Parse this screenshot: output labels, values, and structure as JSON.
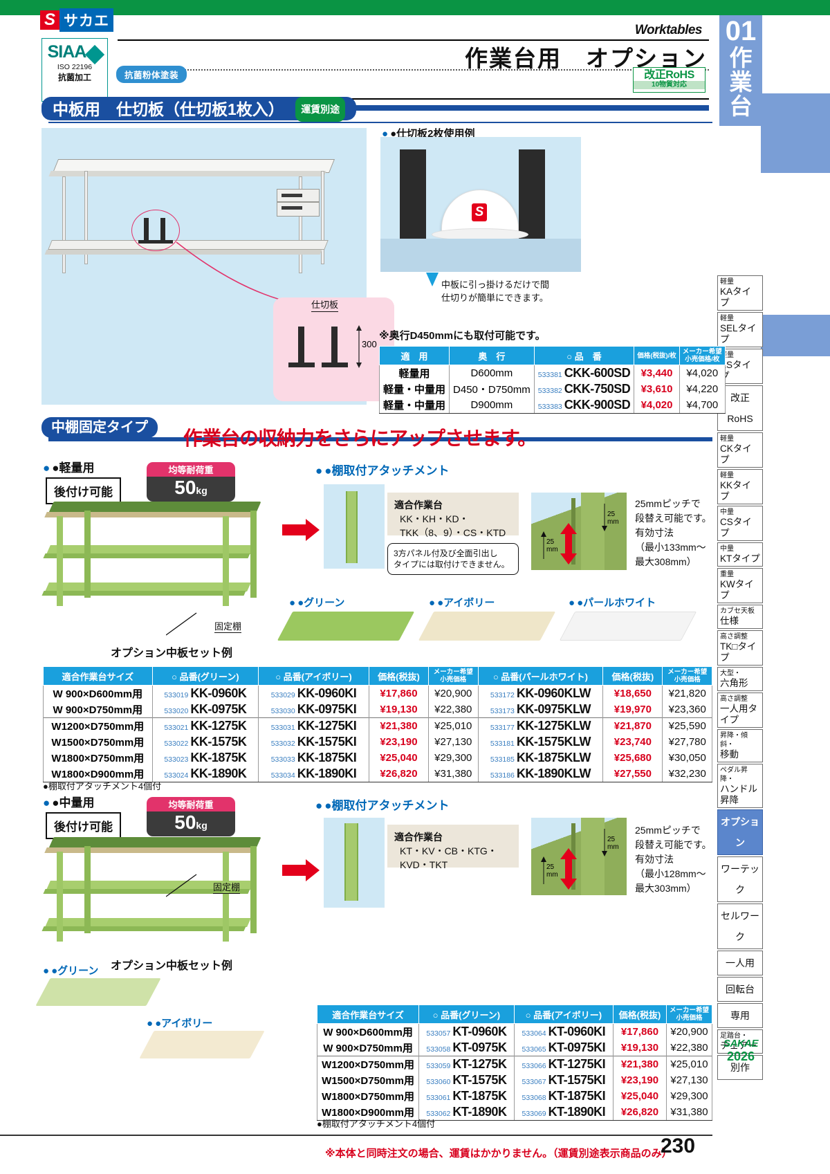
{
  "header": {
    "brand_s": "S",
    "brand_kana": "サカエ",
    "siaa": {
      "mark": "SIAA",
      "iso": "ISO 22196",
      "note": "抗菌加工"
    },
    "antibacterial_badge": "抗菌粉体塗装",
    "worktables_en": "Worktables",
    "title": "作業台用　オプション",
    "rohs_line1": "改正RoHS",
    "rohs_line2": "10物質対応",
    "section_number": "01",
    "section_vertical": "作業台"
  },
  "section1": {
    "banner": "中板用　仕切板（仕切板1枚入）",
    "freight_badge": "運賃別途",
    "example_caption": "●仕切板2枚使用例",
    "helmet_note": "中板に引っ掛けるだけで間\n仕切りが簡単にできます。",
    "partition_label": "仕切板",
    "dim_300": "300",
    "depth_note": "※奥行D450mmにも取付可能です。",
    "table": {
      "headers": [
        "適　用",
        "奥　行",
        "○ 品　番",
        "価格(税抜)/枚",
        "メーカー希望\n小売価格/枚"
      ],
      "rows": [
        {
          "apply": "軽量用",
          "depth": "D600mm",
          "code": "533381",
          "part": "CKK-600SD",
          "price": "¥3,440",
          "msrp": "¥4,020"
        },
        {
          "apply": "軽量・中量用",
          "depth": "D450・D750mm",
          "code": "533382",
          "part": "CKK-750SD",
          "price": "¥3,610",
          "msrp": "¥4,220"
        },
        {
          "apply": "軽量・中量用",
          "depth": "D900mm",
          "code": "533383",
          "part": "CKK-900SD",
          "price": "¥4,020",
          "msrp": "¥4,700"
        }
      ]
    }
  },
  "section2": {
    "banner": "中棚固定タイプ",
    "catchcopy": "作業台の収納力をさらにアップさせます。",
    "light": {
      "label": "●軽量用",
      "retrofit": "後付け可能",
      "load_caption": "均等耐荷重",
      "load_value": "50",
      "load_unit": "kg",
      "fixed_shelf_label": "固定棚",
      "example_caption": "オプション中板セット例",
      "attachment_title": "●棚取付アタッチメント",
      "fit_title": "適合作業台",
      "fit_line1": "KK・KH・KD・",
      "fit_line2": "TKK（8、9）・CS・KTD",
      "exclusion": "3方パネル付及び全面引出し\nタイプには取付けできません。",
      "pitch_note": "25mmピッチで\n段替え可能です。\n有効寸法\n（最小133mm～\n最大308mm）",
      "dim_top": "25\nmm",
      "dim_bottom": "25\nmm",
      "colors": [
        "●グリーン",
        "●アイボリー",
        "●パールホワイト"
      ],
      "table": {
        "headers": [
          "適合作業台サイズ",
          "○ 品番(グリーン)",
          "○ 品番(アイボリー)",
          "価格(税抜)",
          "メーカー希望\n小売価格",
          "○ 品番(パールホワイト)",
          "価格(税抜)",
          "メーカー希望\n小売価格"
        ],
        "rows": [
          {
            "size": "W  900×D600mm用",
            "gcode": "533019",
            "gpart": "KK-0960K",
            "icode": "533029",
            "ipart": "KK-0960KI",
            "price": "¥17,860",
            "msrp": "¥20,900",
            "wcode": "533172",
            "wpart": "KK-0960KLW",
            "wprice": "¥18,650",
            "wmsrp": "¥21,820"
          },
          {
            "size": "W  900×D750mm用",
            "gcode": "533020",
            "gpart": "KK-0975K",
            "icode": "533030",
            "ipart": "KK-0975KI",
            "price": "¥19,130",
            "msrp": "¥22,380",
            "wcode": "533173",
            "wpart": "KK-0975KLW",
            "wprice": "¥19,970",
            "wmsrp": "¥23,360"
          },
          {
            "size": "W1200×D750mm用",
            "gcode": "533021",
            "gpart": "KK-1275K",
            "icode": "533031",
            "ipart": "KK-1275KI",
            "price": "¥21,380",
            "msrp": "¥25,010",
            "wcode": "533177",
            "wpart": "KK-1275KLW",
            "wprice": "¥21,870",
            "wmsrp": "¥25,590"
          },
          {
            "size": "W1500×D750mm用",
            "gcode": "533022",
            "gpart": "KK-1575K",
            "icode": "533032",
            "ipart": "KK-1575KI",
            "price": "¥23,190",
            "msrp": "¥27,130",
            "wcode": "533181",
            "wpart": "KK-1575KLW",
            "wprice": "¥23,740",
            "wmsrp": "¥27,780"
          },
          {
            "size": "W1800×D750mm用",
            "gcode": "533023",
            "gpart": "KK-1875K",
            "icode": "533033",
            "ipart": "KK-1875KI",
            "price": "¥25,040",
            "msrp": "¥29,300",
            "wcode": "533185",
            "wpart": "KK-1875KLW",
            "wprice": "¥25,680",
            "wmsrp": "¥30,050"
          },
          {
            "size": "W1800×D900mm用",
            "gcode": "533024",
            "gpart": "KK-1890K",
            "icode": "533034",
            "ipart": "KK-1890KI",
            "price": "¥26,820",
            "msrp": "¥31,380",
            "wcode": "533186",
            "wpart": "KK-1890KLW",
            "wprice": "¥27,550",
            "wmsrp": "¥32,230"
          }
        ]
      },
      "table_note": "●棚取付アタッチメント4個付"
    },
    "medium": {
      "label": "●中量用",
      "retrofit": "後付け可能",
      "load_caption": "均等耐荷重",
      "load_value": "50",
      "load_unit": "kg",
      "fixed_shelf_label": "固定棚",
      "example_caption": "オプション中板セット例",
      "attachment_title": "●棚取付アタッチメント",
      "fit_title": "適合作業台",
      "fit_line1": "KT・KV・CB・KTG・",
      "fit_line2": "KVD・TKT",
      "pitch_note": "25mmピッチで\n段替え可能です。\n有効寸法\n（最小128mm～\n最大303mm）",
      "dim_top": "25\nmm",
      "dim_bottom": "25\nmm",
      "colors": [
        "●グリーン",
        "●アイボリー"
      ],
      "table": {
        "headers": [
          "適合作業台サイズ",
          "○ 品番(グリーン)",
          "○ 品番(アイボリー)",
          "価格(税抜)",
          "メーカー希望\n小売価格"
        ],
        "rows": [
          {
            "size": "W  900×D600mm用",
            "gcode": "533057",
            "gpart": "KT-0960K",
            "icode": "533064",
            "ipart": "KT-0960KI",
            "price": "¥17,860",
            "msrp": "¥20,900"
          },
          {
            "size": "W  900×D750mm用",
            "gcode": "533058",
            "gpart": "KT-0975K",
            "icode": "533065",
            "ipart": "KT-0975KI",
            "price": "¥19,130",
            "msrp": "¥22,380"
          },
          {
            "size": "W1200×D750mm用",
            "gcode": "533059",
            "gpart": "KT-1275K",
            "icode": "533066",
            "ipart": "KT-1275KI",
            "price": "¥21,380",
            "msrp": "¥25,010"
          },
          {
            "size": "W1500×D750mm用",
            "gcode": "533060",
            "gpart": "KT-1575K",
            "icode": "533067",
            "ipart": "KT-1575KI",
            "price": "¥23,190",
            "msrp": "¥27,130"
          },
          {
            "size": "W1800×D750mm用",
            "gcode": "533061",
            "gpart": "KT-1875K",
            "icode": "533068",
            "ipart": "KT-1875KI",
            "price": "¥25,040",
            "msrp": "¥29,300"
          },
          {
            "size": "W1800×D900mm用",
            "gcode": "533062",
            "gpart": "KT-1890K",
            "icode": "533069",
            "ipart": "KT-1890KI",
            "price": "¥26,820",
            "msrp": "¥31,380"
          }
        ]
      },
      "table_note": "●棚取付アタッチメント4個付"
    }
  },
  "sidebar": {
    "tabs": [
      {
        "top": "軽量",
        "bottom": "KAタイプ",
        "selected": false
      },
      {
        "top": "軽量",
        "bottom": "SELタイプ",
        "selected": false
      },
      {
        "top": "軽量",
        "bottom": "KSタイプ",
        "selected": false
      },
      {
        "top": "",
        "bottom": "改正RoHS",
        "selected": false
      },
      {
        "top": "軽量",
        "bottom": "CKタイプ",
        "selected": false
      },
      {
        "top": "軽量",
        "bottom": "KKタイプ",
        "selected": false
      },
      {
        "top": "中量",
        "bottom": "CSタイプ",
        "selected": false
      },
      {
        "top": "中量",
        "bottom": "KTタイプ",
        "selected": false
      },
      {
        "top": "重量",
        "bottom": "KWタイプ",
        "selected": false
      },
      {
        "top": "カブセ天板",
        "bottom": "仕様",
        "selected": false
      },
      {
        "top": "高さ調整",
        "bottom": "TK□タイプ",
        "selected": false
      },
      {
        "top": "大型・",
        "bottom": "六角形",
        "selected": false
      },
      {
        "top": "高さ調整",
        "bottom": "一人用タイプ",
        "selected": false
      },
      {
        "top": "昇降・傾斜・",
        "bottom": "移動",
        "selected": false
      },
      {
        "top": "ペダル昇降・",
        "bottom": "ハンドル昇降",
        "selected": false
      },
      {
        "top": "",
        "bottom": "オプション",
        "selected": true
      },
      {
        "top": "",
        "bottom": "ワーテック",
        "selected": false
      },
      {
        "top": "",
        "bottom": "セルワーク",
        "selected": false
      },
      {
        "top": "",
        "bottom": "一人用",
        "selected": false
      },
      {
        "top": "",
        "bottom": "回転台",
        "selected": false
      },
      {
        "top": "",
        "bottom": "専用",
        "selected": false
      },
      {
        "top": "足踏台・",
        "bottom": "チェアー",
        "selected": false
      },
      {
        "top": "",
        "bottom": "別作",
        "selected": false
      }
    ],
    "sakae": "SAKAE",
    "year": "2026"
  },
  "footer": {
    "note": "※本体と同時注文の場合、運賃はかかりません。（運賃別途表示商品のみ）",
    "page": "230"
  },
  "colors": {
    "green": "#0a9444",
    "blue": "#1a4fa0",
    "cyan": "#1aa0dd",
    "red": "#d8001d",
    "pink": "#e2336b"
  }
}
